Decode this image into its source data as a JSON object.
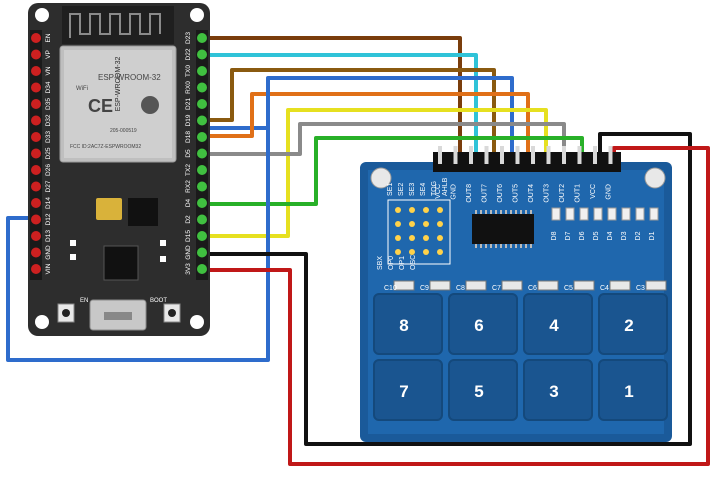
{
  "esp32": {
    "module_text": "ESP-WROOM-32",
    "module_fcc": "FCC ID:2AC7Z-ESPWROOM32",
    "module_code": "205-000519",
    "wifi_text": "WiFi",
    "ce_text": "CE",
    "en_button": "EN",
    "boot_button": "BOOT",
    "left_pins": [
      "EN",
      "VP",
      "VN",
      "D34",
      "D35",
      "D32",
      "D33",
      "D25",
      "D26",
      "D27",
      "D14",
      "D12",
      "D13",
      "GND",
      "VIN"
    ],
    "right_pins": [
      "D23",
      "D22",
      "TX0",
      "RX0",
      "D21",
      "D19",
      "D18",
      "D5",
      "TX2",
      "RX2",
      "D4",
      "D2",
      "D15",
      "GND",
      "3V3"
    ]
  },
  "touch_pad": {
    "header_pins": [
      "VCC",
      "GND",
      "OUT8",
      "OUT7",
      "OUT6",
      "OUT5",
      "OUT4",
      "OUT3",
      "OUT2",
      "OUT1",
      "VCC",
      "GND"
    ],
    "jumper_labels": [
      "SE1",
      "SE2",
      "SE3",
      "SE4",
      "TOG",
      "AHLB"
    ],
    "pads_top": [
      "8",
      "6",
      "4",
      "2"
    ],
    "pads_bottom": [
      "7",
      "5",
      "3",
      "1"
    ],
    "cap_labels": [
      "C10",
      "C9",
      "C8",
      "C7",
      "C6",
      "C5",
      "C4",
      "C3"
    ],
    "opt_labels": [
      "SBX",
      "OP0",
      "OP1",
      "OSC"
    ],
    "led_labels": [
      "D8",
      "D7",
      "D6",
      "D5",
      "D4",
      "D3",
      "D2",
      "D1"
    ]
  },
  "wires": [
    {
      "id": "out8-d23",
      "color": "#7a3d0c"
    },
    {
      "id": "out7-d22",
      "color": "#2fc3d8"
    },
    {
      "id": "out6-d21",
      "color": "#8a5a10"
    },
    {
      "id": "out5-d19",
      "color": "#2e6ccc"
    },
    {
      "id": "out4-d18",
      "color": "#e07018"
    },
    {
      "id": "out3-d5",
      "color": "#e6e020"
    },
    {
      "id": "out2-tx2",
      "color": "#8a8a8a"
    },
    {
      "id": "out1-d4",
      "color": "#28b028"
    },
    {
      "id": "vcc-3v3",
      "color": "#c01818"
    },
    {
      "id": "gnd-gnd",
      "color": "#111111"
    },
    {
      "id": "out-d13",
      "color": "#2e6ccc"
    }
  ]
}
